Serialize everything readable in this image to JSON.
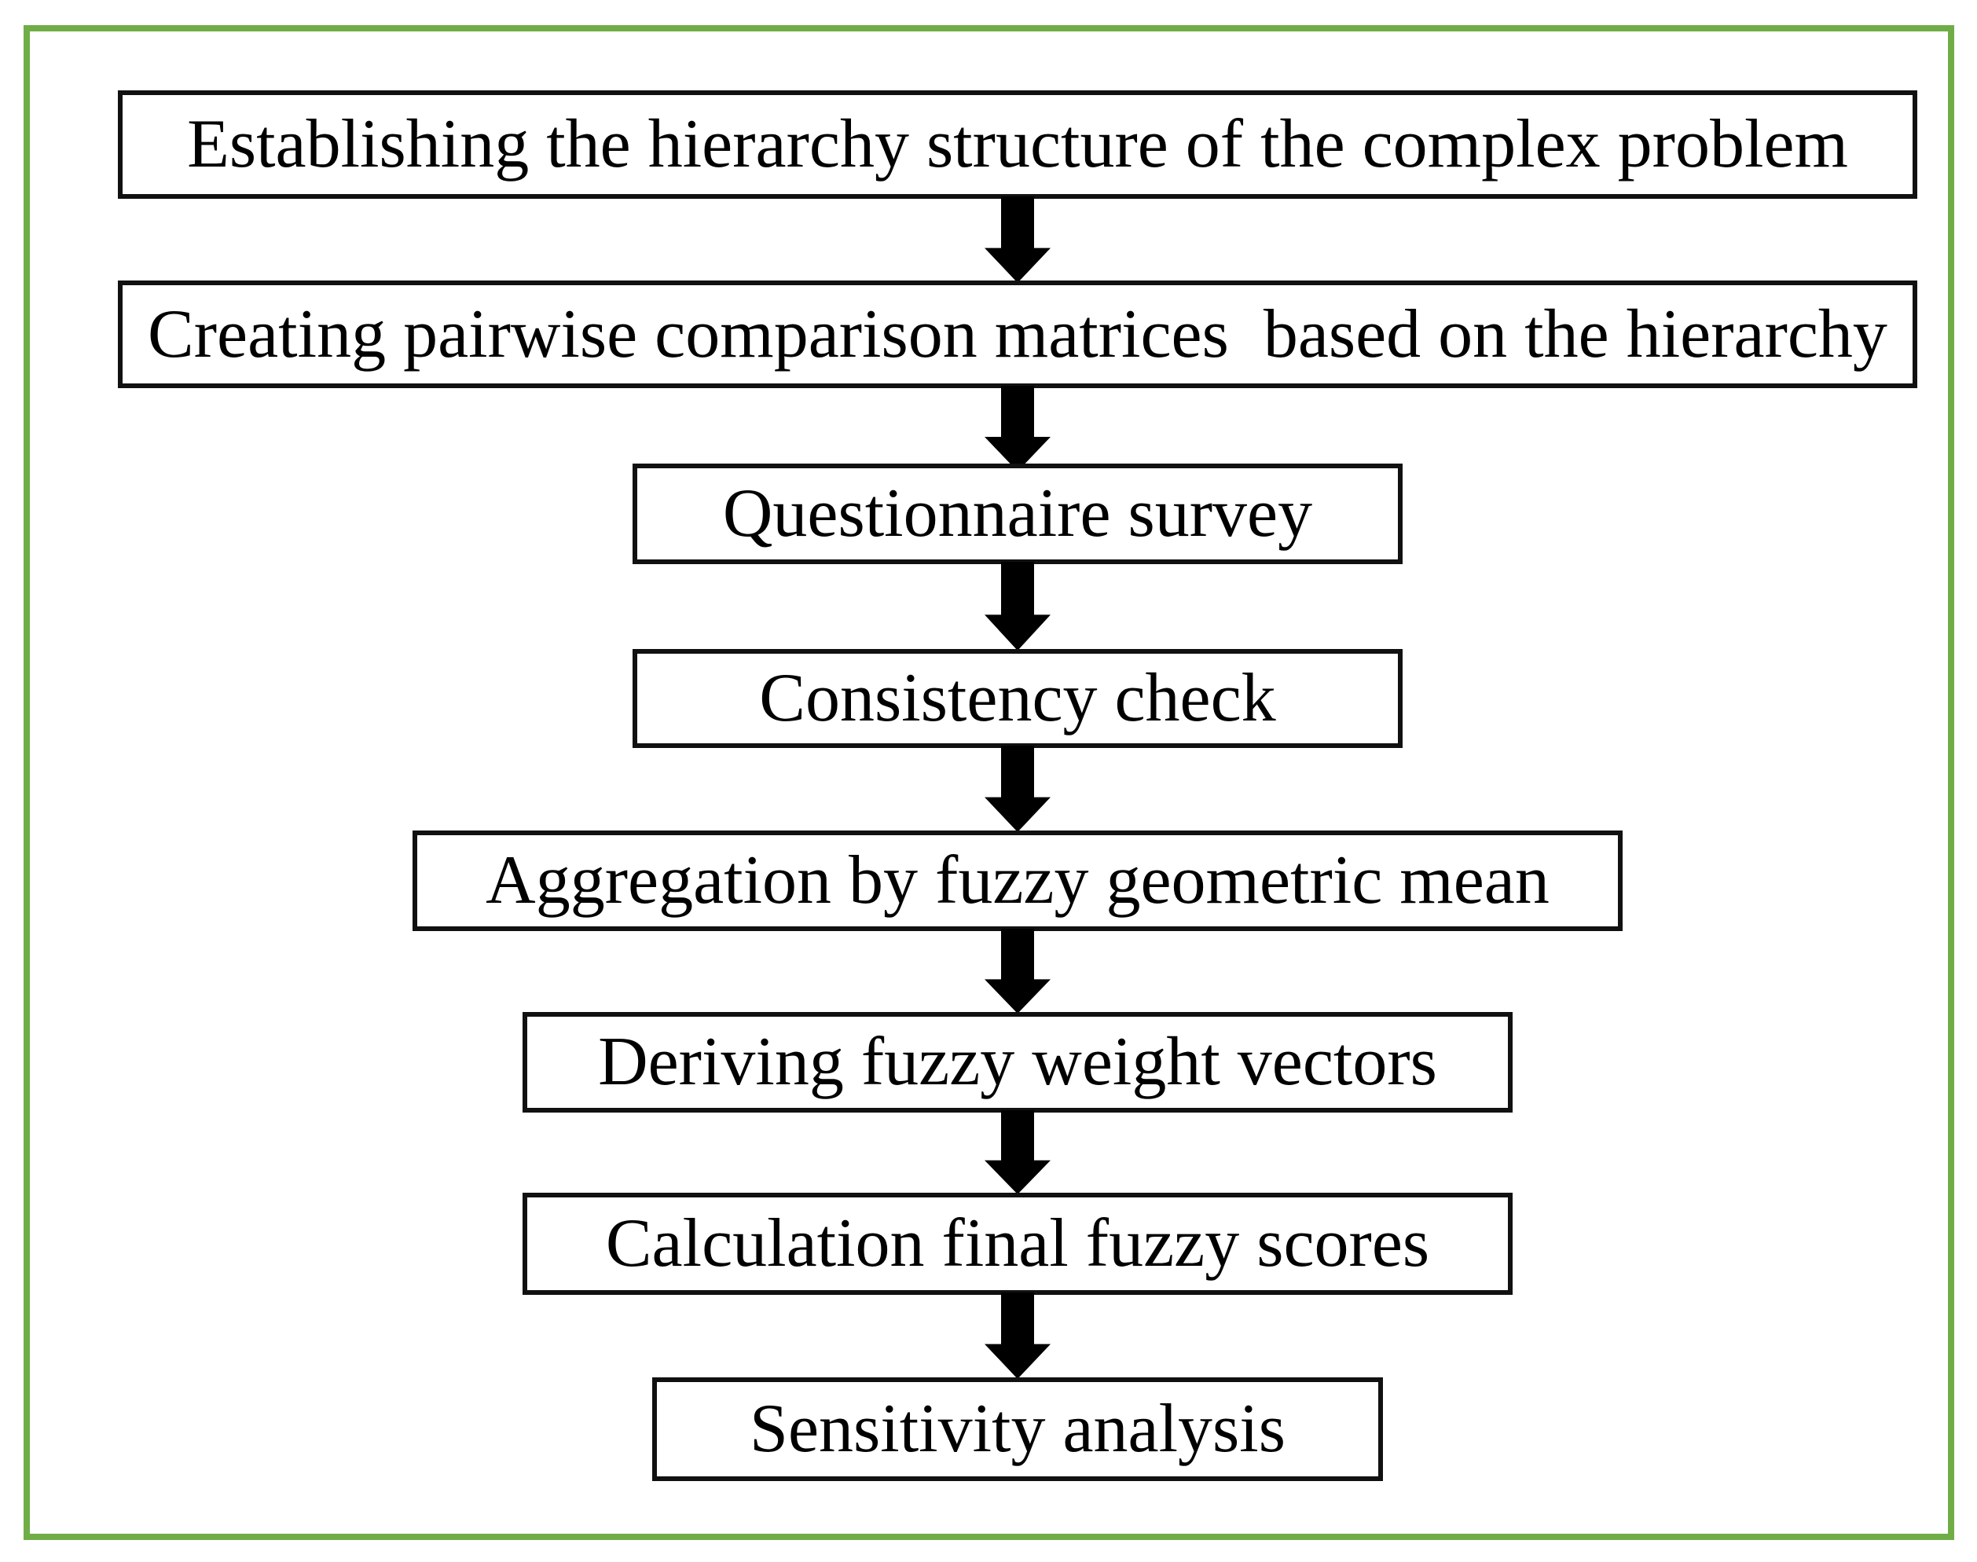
{
  "colors": {
    "frame_green": "#70AD47",
    "box_border": "#111111",
    "arrow_black": "#000000",
    "text": "#000000",
    "background": "#ffffff"
  },
  "flowchart": {
    "type": "vertical-flowchart",
    "direction": "top-down",
    "connector_icon": "down-arrow-icon",
    "steps": [
      {
        "label": "Establishing the hierarchy structure of the complex problem"
      },
      {
        "label": "Creating pairwise comparison matrices  based on the hierarchy"
      },
      {
        "label": "Questionnaire survey"
      },
      {
        "label": "Consistency check"
      },
      {
        "label": "Aggregation by fuzzy geometric mean"
      },
      {
        "label": "Deriving fuzzy weight vectors"
      },
      {
        "label": "Calculation final fuzzy scores"
      },
      {
        "label": "Sensitivity analysis"
      }
    ]
  }
}
